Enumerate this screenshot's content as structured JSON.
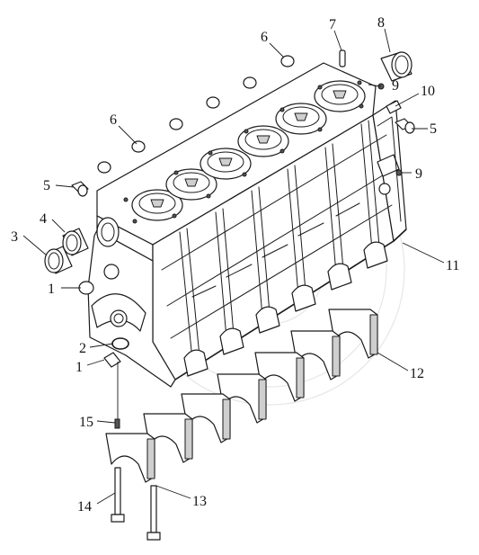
{
  "callouts": [
    {
      "id": "c1a",
      "text": "1"
    },
    {
      "id": "c1b",
      "text": "1"
    },
    {
      "id": "c2",
      "text": "2"
    },
    {
      "id": "c3",
      "text": "3"
    },
    {
      "id": "c4",
      "text": "4"
    },
    {
      "id": "c5a",
      "text": "5"
    },
    {
      "id": "c5b",
      "text": "5"
    },
    {
      "id": "c6a",
      "text": "6"
    },
    {
      "id": "c6b",
      "text": "6"
    },
    {
      "id": "c7",
      "text": "7"
    },
    {
      "id": "c8",
      "text": "8"
    },
    {
      "id": "c9a",
      "text": "9"
    },
    {
      "id": "c9b",
      "text": "9"
    },
    {
      "id": "c10",
      "text": "10"
    },
    {
      "id": "c11",
      "text": "11"
    },
    {
      "id": "c12",
      "text": "12"
    },
    {
      "id": "c13",
      "text": "13"
    },
    {
      "id": "c14",
      "text": "14"
    },
    {
      "id": "c15",
      "text": "15"
    }
  ]
}
